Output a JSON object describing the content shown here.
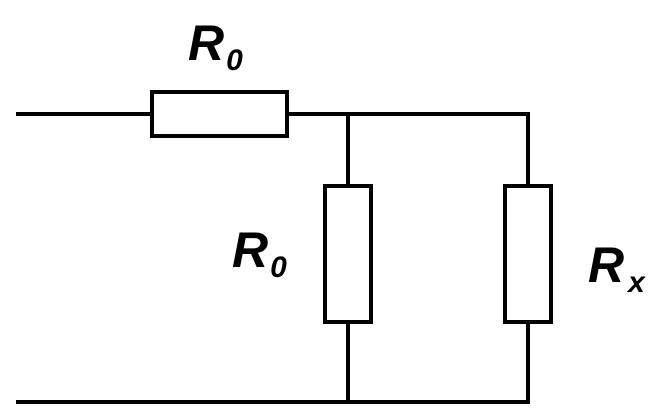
{
  "circuit": {
    "resistors": [
      {
        "label_main": "R",
        "label_sub": "0"
      },
      {
        "label_main": "R",
        "label_sub": "0"
      },
      {
        "label_main": "R",
        "label_sub": "x"
      }
    ]
  },
  "colors": {
    "stroke": "#000000",
    "background": "#ffffff"
  }
}
